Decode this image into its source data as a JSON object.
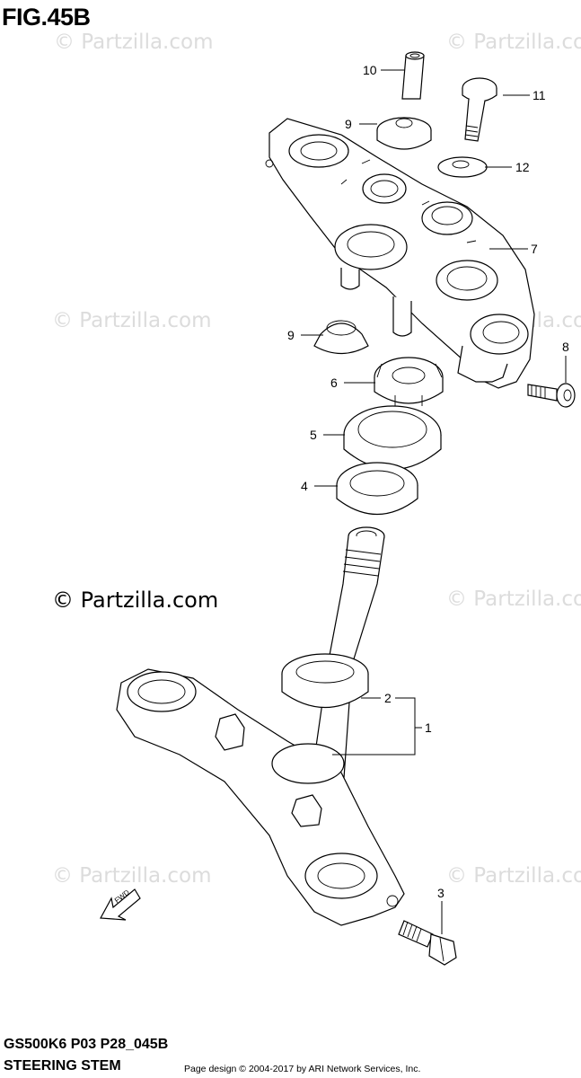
{
  "figure_title": "FIG.45B",
  "watermarks": {
    "small": "© Partzilla.com",
    "small_cut": "© Partzilla.co",
    "center": "© Partzilla.com"
  },
  "callouts": [
    "1",
    "2",
    "3",
    "4",
    "5",
    "6",
    "7",
    "8",
    "9",
    "9",
    "10",
    "11",
    "12"
  ],
  "fwd_label": "FWD",
  "footer": {
    "model_code": "GS500K6 P03 P28_045B",
    "section_name": "STEERING STEM",
    "copyright": "Page design © 2004-2017 by ARI Network Services, Inc."
  }
}
